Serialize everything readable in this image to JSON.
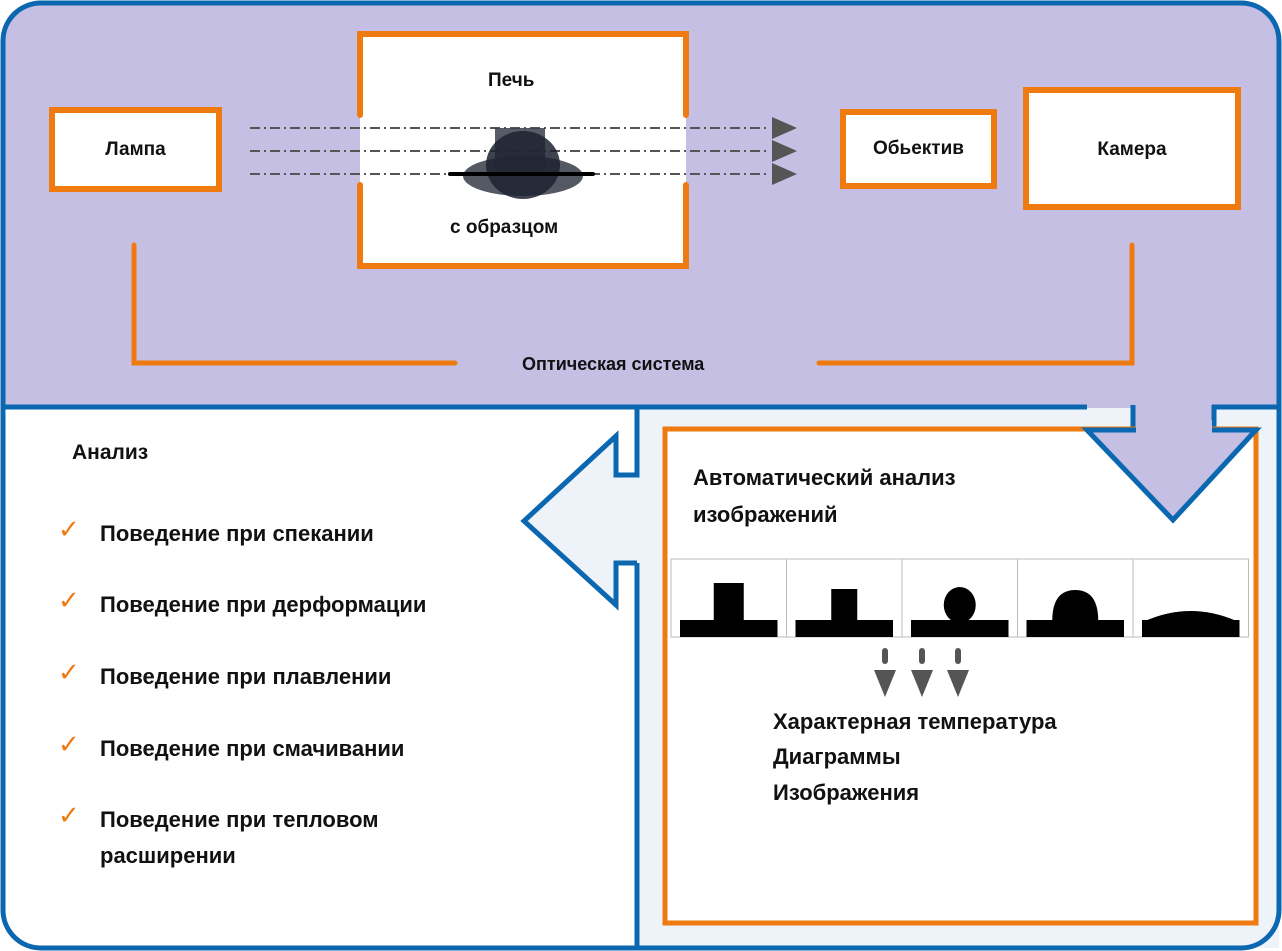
{
  "colors": {
    "frame_blue": "#0a67b0",
    "top_panel": "#c6bfe4",
    "accent_orange": "#ee7a10",
    "right_panel": "#eef3fa"
  },
  "optical": {
    "lamp": "Лампа",
    "furnace_top": "Печь",
    "furnace_bottom": "с образцом",
    "lens": "Обьектив",
    "camera": "Камера",
    "system_label": "Оптическая система"
  },
  "analysis": {
    "title": "Анализ",
    "check_icon": "checkmark-icon",
    "items": [
      "Поведение при спекании",
      "Поведение при дерформации",
      "Поведение при плавлении",
      "Поведение при смачивании",
      "Поведение при тепловом",
      "расширении"
    ]
  },
  "auto": {
    "title_line1": "Автоматический анализ",
    "title_line2": "изображений",
    "sample_stages": [
      "cylinder",
      "shrunk",
      "sphere",
      "hemisphere",
      "flowed"
    ],
    "outputs": [
      "Характерная температура",
      "Диаграммы",
      "Изображения"
    ]
  }
}
